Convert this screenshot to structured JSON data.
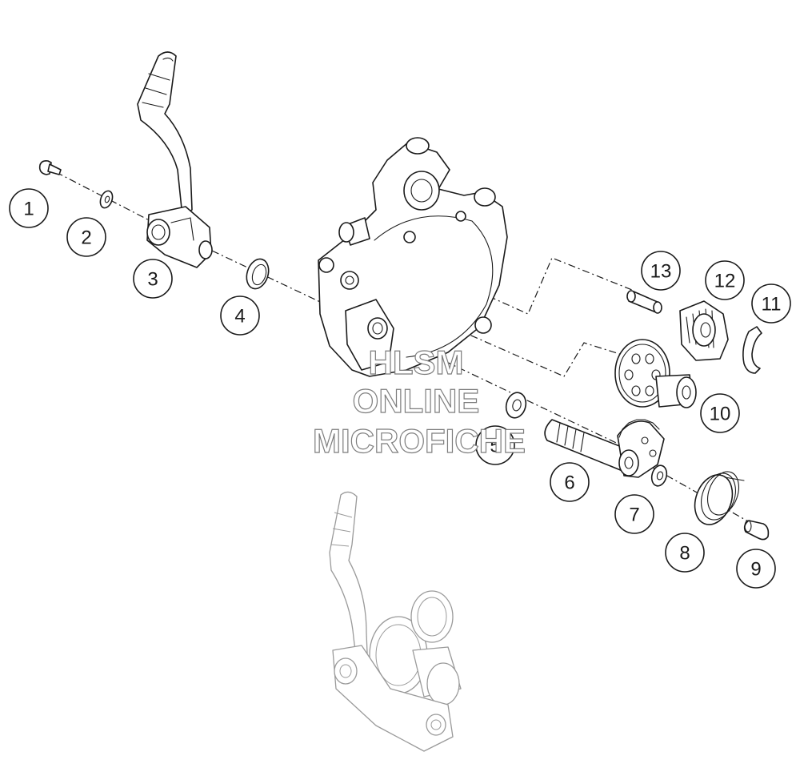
{
  "watermark": {
    "line1": "HLSM",
    "line2": "ONLINE",
    "line3": "MICROFICHE"
  },
  "callouts": [
    {
      "id": "1",
      "label": "1"
    },
    {
      "id": "2",
      "label": "2"
    },
    {
      "id": "3",
      "label": "3"
    },
    {
      "id": "4",
      "label": "4"
    },
    {
      "id": "5",
      "label": "5"
    },
    {
      "id": "6",
      "label": "6"
    },
    {
      "id": "7",
      "label": "7"
    },
    {
      "id": "8",
      "label": "8"
    },
    {
      "id": "9",
      "label": "9"
    },
    {
      "id": "10",
      "label": "10"
    },
    {
      "id": "11",
      "label": "11"
    },
    {
      "id": "12",
      "label": "12"
    },
    {
      "id": "13",
      "label": "13"
    }
  ],
  "colors": {
    "line": "#1a1a1a",
    "ghost": "#9a9a9a",
    "watermark": "#7d7d7d",
    "background": "#ffffff"
  }
}
